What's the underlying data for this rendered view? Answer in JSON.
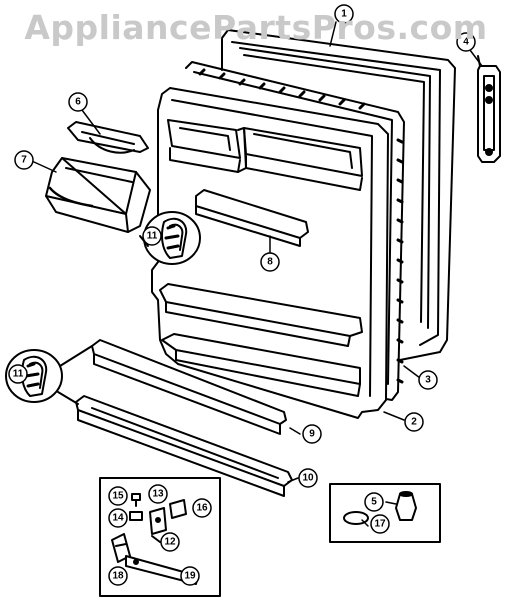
{
  "watermark": "AppliancePartsPros.com",
  "callouts": [
    "1",
    "2",
    "3",
    "4",
    "5",
    "6",
    "7",
    "8",
    "9",
    "10",
    "11",
    "11",
    "12",
    "13",
    "14",
    "15",
    "16",
    "17",
    "18",
    "19"
  ]
}
